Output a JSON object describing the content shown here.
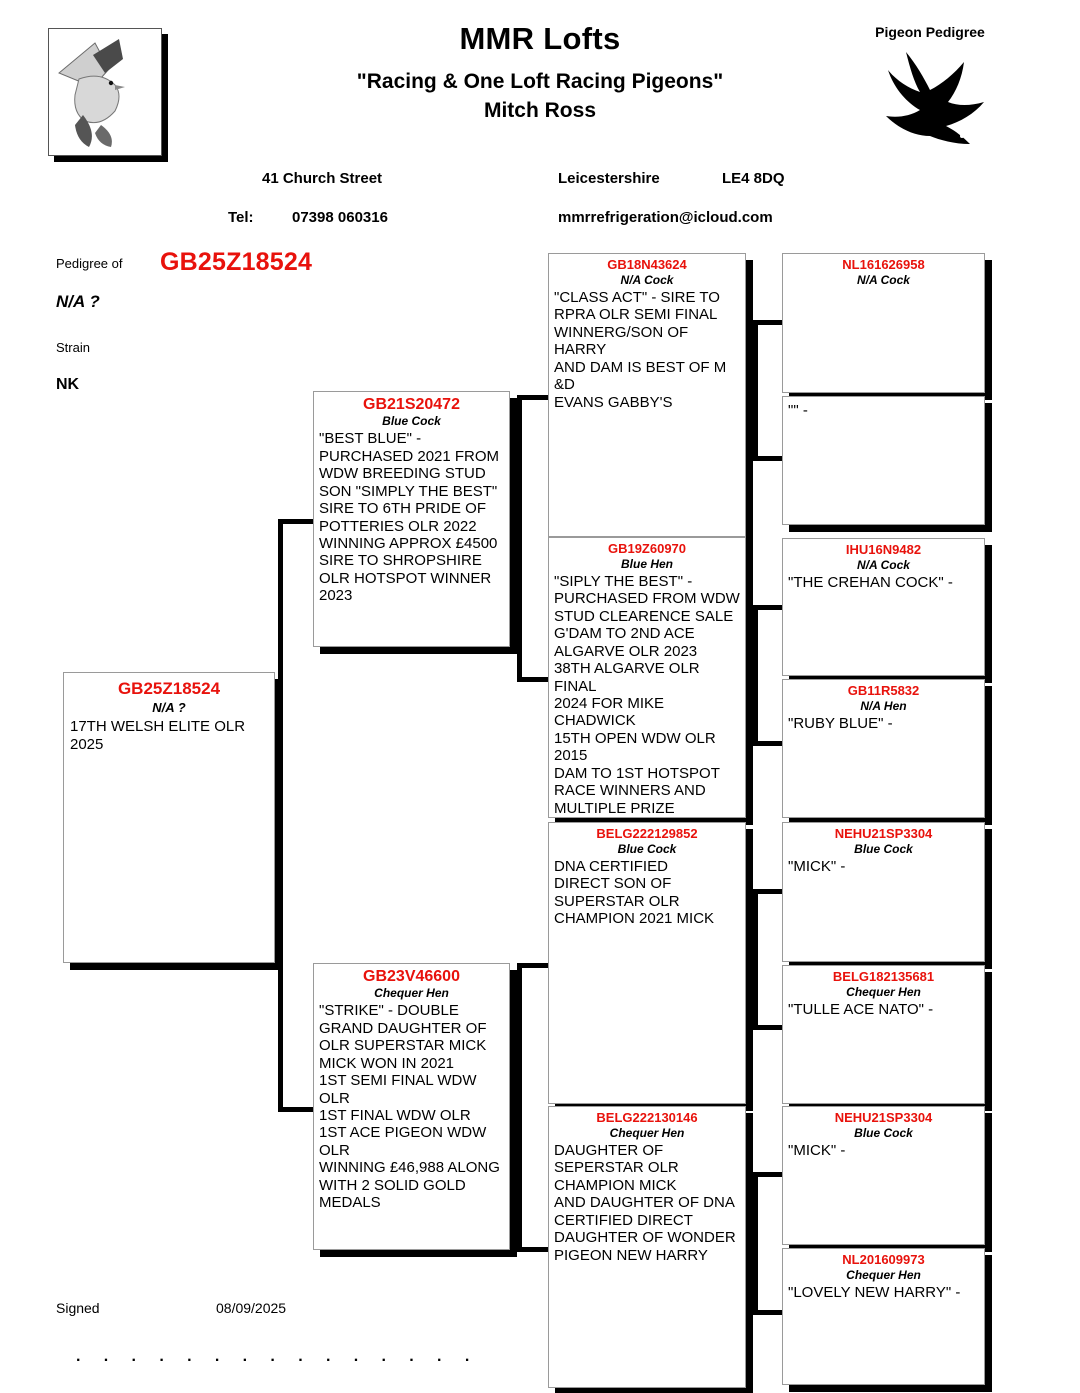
{
  "header": {
    "loft_name": "MMR Lofts",
    "tagline": "\"Racing & One Loft Racing Pigeons\"",
    "owner": "Mitch Ross",
    "pedigree_label": "Pigeon Pedigree",
    "address_street": "41 Church Street",
    "address_county": "Leicestershire",
    "address_postcode": "LE4 8DQ",
    "tel_label": "Tel:",
    "tel_number": "07398 060316",
    "email": "mmrrefrigeration@icloud.com",
    "photo_icon": "pigeon-photo",
    "bird_icon": "flying-pigeon-silhouette"
  },
  "subject_info": {
    "pedigree_of_label": "Pedigree of",
    "ring": "GB25Z18524",
    "sex": "N/A ?",
    "strain_label": "Strain",
    "strain_value": "NK"
  },
  "colors": {
    "ring_red": "#e8120c",
    "box_border": "#9a9a9a",
    "connector": "#000000",
    "page_background": "#ffffff"
  },
  "pedigree": {
    "self": {
      "ring": "GB25Z18524",
      "sex": "N/A ?",
      "note": "17TH WELSH ELITE OLR\n2025"
    },
    "sire": {
      "ring": "GB21S20472",
      "sex": "Blue Cock",
      "note": "\"BEST BLUE\" -\nPURCHASED 2021 FROM\nWDW BREEDING STUD\nSON \"SIMPLY THE BEST\"\n SIRE TO 6TH PRIDE OF\nPOTTERIES OLR 2022\nWINNING APPROX £4500\nSIRE TO SHROPSHIRE\nOLR HOTSPOT WINNER\n2023"
    },
    "dam": {
      "ring": "GB23V46600",
      "sex": "Chequer Hen",
      "note": "\"STRIKE\" - DOUBLE\nGRAND DAUGHTER OF\nOLR SUPERSTAR MICK\nMICK WON IN 2021\n1ST SEMI FINAL WDW OLR\n1ST FINAL WDW OLR\n1ST ACE PIGEON WDW\nOLR\nWINNING £46,988 ALONG\nWITH 2 SOLID GOLD\nMEDALS"
    },
    "sire_sire": {
      "ring": "GB18N43624",
      "sex": "N/A Cock",
      "note": "\"CLASS ACT\" - SIRE TO\nRPRA OLR SEMI FINAL\nWINNERG/SON OF HARRY\nAND DAM IS BEST OF M &D\nEVANS GABBY'S"
    },
    "sire_dam": {
      "ring": "GB19Z60970",
      "sex": "Blue Hen",
      "note": "\"SIPLY THE BEST\" -\nPURCHASED FROM WDW\nSTUD CLEARENCE SALE\nG'DAM TO 2ND ACE\nALGARVE OLR 2023\n38TH ALGARVE OLR FINAL\n2024 FOR MIKE CHADWICK\n15TH OPEN WDW OLR 2015\nDAM TO 1ST HOTSPOT\nRACE WINNERS AND\nMULTIPLE PRIZE WINNERS"
    },
    "dam_sire": {
      "ring": "BELG222129852",
      "sex": "Blue Cock",
      "note": "DNA CERTIFIED\nDIRECT SON OF\nSUPERSTAR OLR\nCHAMPION 2021 MICK"
    },
    "dam_dam": {
      "ring": "BELG222130146",
      "sex": "Chequer Hen",
      "note": "DAUGHTER OF\nSEPERSTAR OLR\nCHAMPION MICK\nAND DAUGHTER OF DNA\nCERTIFIED DIRECT\nDAUGHTER OF WONDER\nPIGEON NEW HARRY"
    },
    "sire_sire_sire": {
      "ring": "NL161626958",
      "sex": "N/A Cock",
      "note": ""
    },
    "sire_sire_dam": {
      "ring": "",
      "sex": "",
      "note": "\"\" -"
    },
    "sire_dam_sire": {
      "ring": "IHU16N9482",
      "sex": "N/A Cock",
      "note": "\"THE CREHAN COCK\" -"
    },
    "sire_dam_dam": {
      "ring": "GB11R5832",
      "sex": "N/A Hen",
      "note": "\"RUBY BLUE\" -"
    },
    "dam_sire_sire": {
      "ring": "NEHU21SP3304",
      "sex": "Blue Cock",
      "note": "\"MICK\" -"
    },
    "dam_sire_dam": {
      "ring": "BELG182135681",
      "sex": "Chequer Hen",
      "note": "\"TULLE ACE NATO\" -"
    },
    "dam_dam_sire": {
      "ring": "NEHU21SP3304",
      "sex": "Blue Cock",
      "note": "\"MICK\" -"
    },
    "dam_dam_dam": {
      "ring": "NL201609973",
      "sex": "Chequer Hen",
      "note": "\"LOVELY NEW HARRY\" -"
    }
  },
  "footer": {
    "signed_label": "Signed",
    "date": "08/09/2025",
    "dotted_line": "·  ·  ·  ·  ·  ·  ·  ·  ·  ·  ·  ·  ·  ·  ·"
  }
}
